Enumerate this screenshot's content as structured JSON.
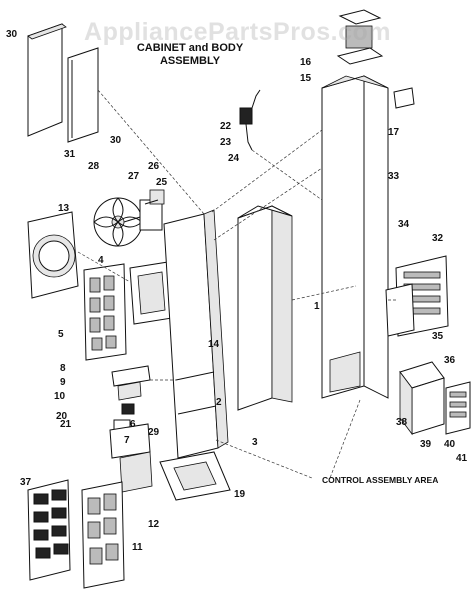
{
  "watermark": "AppliancePartsPros.com",
  "title_line1": "CABINET and BODY",
  "title_line2": "ASSEMBLY",
  "control_area_label": "CONTROL ASSEMBLY AREA",
  "part_numbers": [
    "30",
    "30",
    "31",
    "28",
    "27",
    "26",
    "25",
    "13",
    "4",
    "5",
    "8",
    "9",
    "10",
    "7",
    "20",
    "21",
    "6",
    "29",
    "12",
    "11",
    "37",
    "19",
    "3",
    "2",
    "14",
    "1",
    "16",
    "15",
    "17",
    "22",
    "23",
    "24",
    "33",
    "34",
    "32",
    "35",
    "36",
    "38",
    "39",
    "40",
    "41"
  ]
}
